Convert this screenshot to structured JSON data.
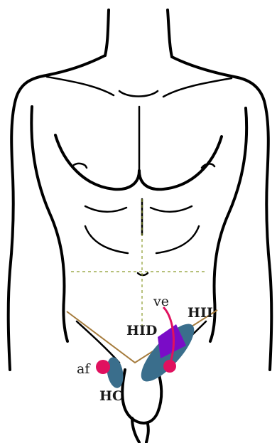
{
  "labels": {
    "ve": "ve",
    "hii": "HII",
    "hid": "HID",
    "af": "af",
    "hc": "HC"
  },
  "colors": {
    "outline": "#000000",
    "ligament": "#a67c3d",
    "guide": "#8a9a2a",
    "hernia_sac": "#3a6e8c",
    "direct_hernia": "#7a0cc7",
    "vessel": "#e0115f"
  }
}
